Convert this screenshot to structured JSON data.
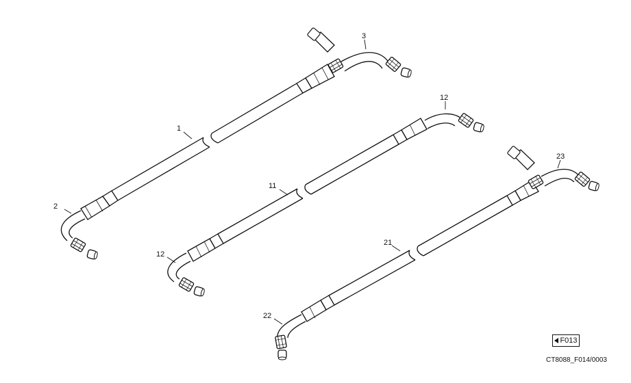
{
  "diagram": {
    "part_labels": {
      "p1": "1",
      "p2": "2",
      "p3": "3",
      "p11": "11",
      "p12a": "12",
      "p12b": "12",
      "p21": "21",
      "p22": "22",
      "p23": "23"
    },
    "nav_link_label": "F013",
    "reference_code": "CT8088_F014/0003"
  }
}
